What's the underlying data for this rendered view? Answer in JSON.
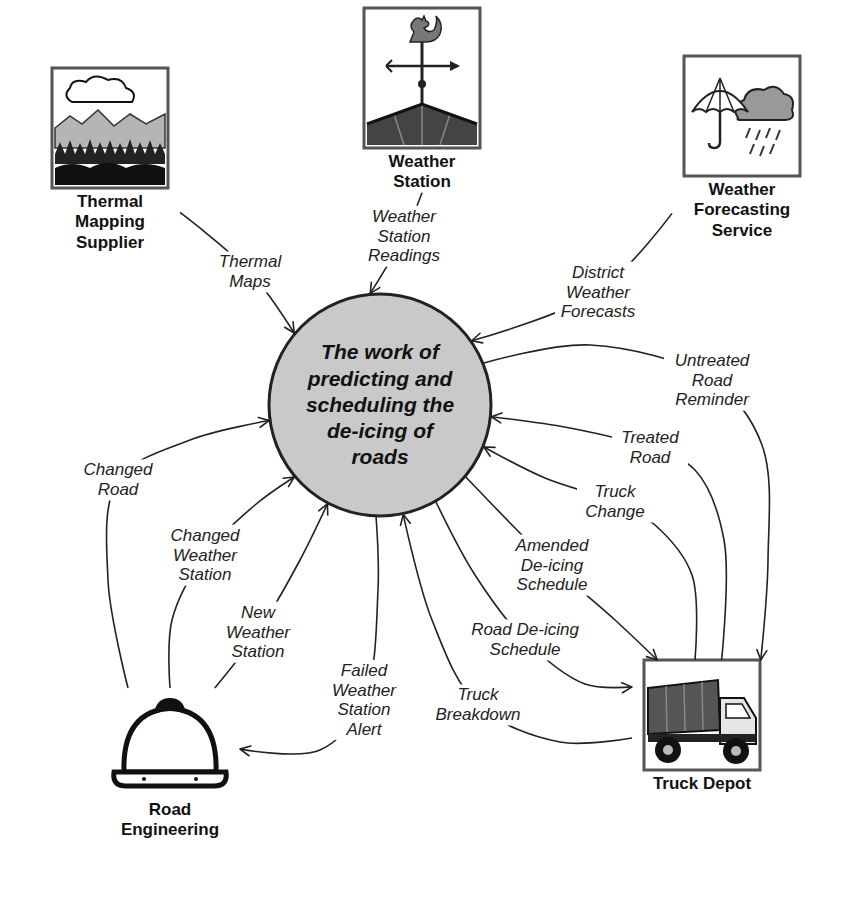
{
  "diagram": {
    "nodes": [
      {
        "text": [
          "Thermal Mapping Supplier"
        ]
      },
      {
        "text": [
          "Weather Station"
        ]
      },
      {
        "text": [
          "Weather Forecasting Service"
        ]
      },
      {
        "text": [
          "The work of predicting and scheduling the de-icing of roads"
        ]
      },
      {
        "text": [
          "Road Engineering"
        ]
      },
      {
        "text": [
          "Truck Depot"
        ]
      }
    ],
    "edges": [
      {
        "from": 0,
        "to": 3,
        "label": "Thermal Maps",
        "arrow": "to"
      },
      {
        "from": 1,
        "to": 3,
        "label": "Weather Station Readings",
        "arrow": "to"
      },
      {
        "from": 2,
        "to": 3,
        "label": "District Weather Forecasts",
        "arrow": "to"
      },
      {
        "from": 3,
        "to": 5,
        "label": "Untreated Road Reminder",
        "arrow": "to"
      },
      {
        "from": 5,
        "to": 3,
        "label": "Treated Road",
        "arrow": "to"
      },
      {
        "from": 5,
        "to": 3,
        "label": "Truck Change",
        "arrow": "to"
      },
      {
        "from": 3,
        "to": 5,
        "label": "Amended De-icing Schedule",
        "arrow": "to"
      },
      {
        "from": 3,
        "to": 5,
        "label": "Road De-icing Schedule",
        "arrow": "to"
      },
      {
        "from": 5,
        "to": 3,
        "label": "Truck Breakdown",
        "arrow": "to"
      },
      {
        "from": 3,
        "to": 4,
        "label": "Failed Weather Station Alert",
        "arrow": "to"
      },
      {
        "from": 4,
        "to": 3,
        "label": "New Weather Station",
        "arrow": "to"
      },
      {
        "from": 4,
        "to": 3,
        "label": "Changed Weather Station",
        "arrow": "to"
      },
      {
        "from": 4,
        "to": 3,
        "label": "Changed Road",
        "arrow": "to"
      }
    ]
  }
}
